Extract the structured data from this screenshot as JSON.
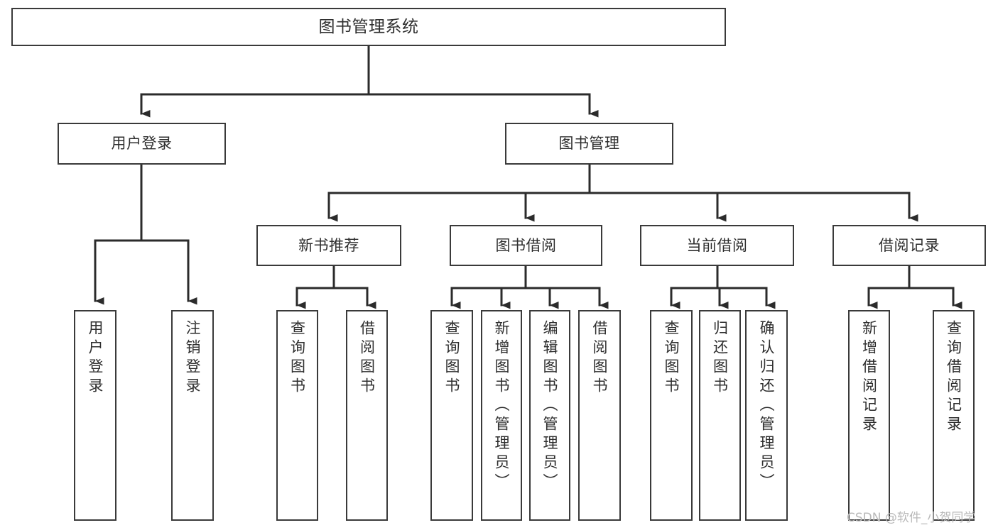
{
  "diagram": {
    "type": "tree",
    "title": "图书管理系统",
    "colors": {
      "box_border": "#3a3a3a",
      "box_fill": "#ffffff",
      "connector": "#2b2b2b",
      "text": "#2e2e2e",
      "watermark": "#b9b9b9",
      "background": "#ffffff"
    },
    "root": {
      "label": "图书管理系统"
    },
    "level2": [
      {
        "label": "用户登录"
      },
      {
        "label": "图书管理"
      }
    ],
    "level3": [
      {
        "label": "新书推荐"
      },
      {
        "label": "图书借阅"
      },
      {
        "label": "当前借阅"
      },
      {
        "label": "借阅记录"
      }
    ],
    "leaves": {
      "user_login": [
        {
          "label": "用户登录"
        },
        {
          "label": "注销登录"
        }
      ],
      "new_book_recommend": [
        {
          "label": "查询图书"
        },
        {
          "label": "借阅图书"
        }
      ],
      "book_borrow": [
        {
          "label": "查询图书"
        },
        {
          "label": "新增图书（管理员）"
        },
        {
          "label": "编辑图书（管理员）"
        },
        {
          "label": "借阅图书"
        }
      ],
      "current_borrow": [
        {
          "label": "查询图书"
        },
        {
          "label": "归还图书"
        },
        {
          "label": "确认归还（管理员）"
        }
      ],
      "borrow_record": [
        {
          "label": "新增借阅记录"
        },
        {
          "label": "查询借阅记录"
        }
      ]
    }
  },
  "watermark": {
    "text": "CSDN @软件_小贺同学"
  }
}
